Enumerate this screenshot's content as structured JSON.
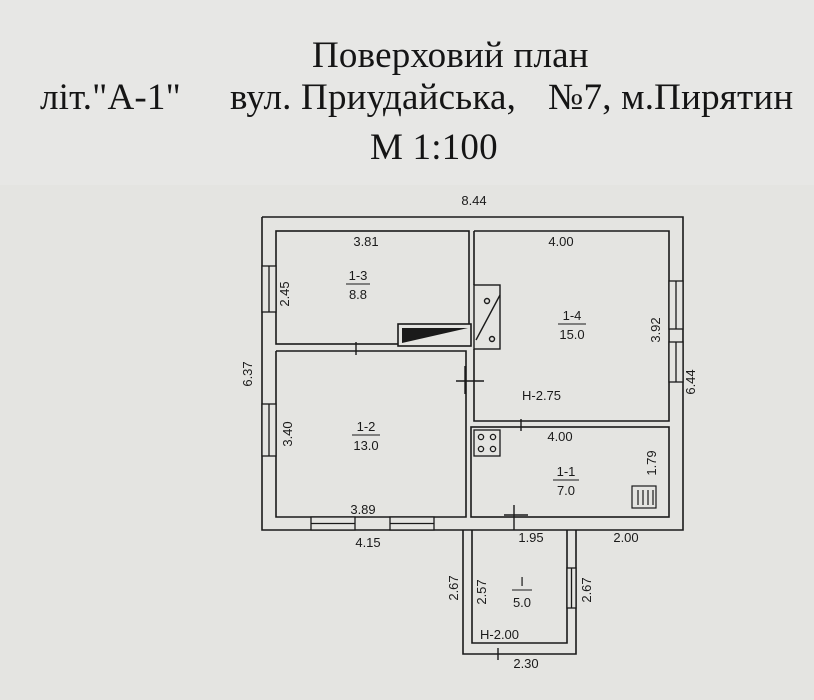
{
  "title": {
    "line1": "Поверховий план",
    "line2_part1": "літ.\"А-1\"",
    "line2_part2": "вул. Приудайська,",
    "line2_part3": "№7, м.Пирятин",
    "line3": "М 1:100"
  },
  "rooms": [
    {
      "id": "1-3",
      "area": "8.8"
    },
    {
      "id": "1-4",
      "area": "15.0"
    },
    {
      "id": "1-2",
      "area": "13.0"
    },
    {
      "id": "1-1",
      "area": "7.0"
    },
    {
      "id": "I",
      "area": "5.0"
    }
  ],
  "dimensions": {
    "overall_width": "8.44",
    "room13_width": "3.81",
    "room14_width": "4.00",
    "room13_height": "2.45",
    "left_total_height": "6.37",
    "room12_height": "3.40",
    "room14_height": "3.92",
    "right_total_height": "6.44",
    "room11_width": "4.00",
    "room11_height": "1.79",
    "room12_width": "3.89",
    "bottom_left": "4.15",
    "bottom_mid": "1.95",
    "bottom_right": "2.00",
    "porch_outer_left": "2.67",
    "porch_inner_left": "2.57",
    "porch_right": "2.67",
    "porch_width": "2.30"
  },
  "heights": {
    "main": "Н-2.75",
    "porch": "Н-2.00"
  },
  "colors": {
    "line": "#1a1a1a",
    "paper": "#e4e4e1"
  }
}
